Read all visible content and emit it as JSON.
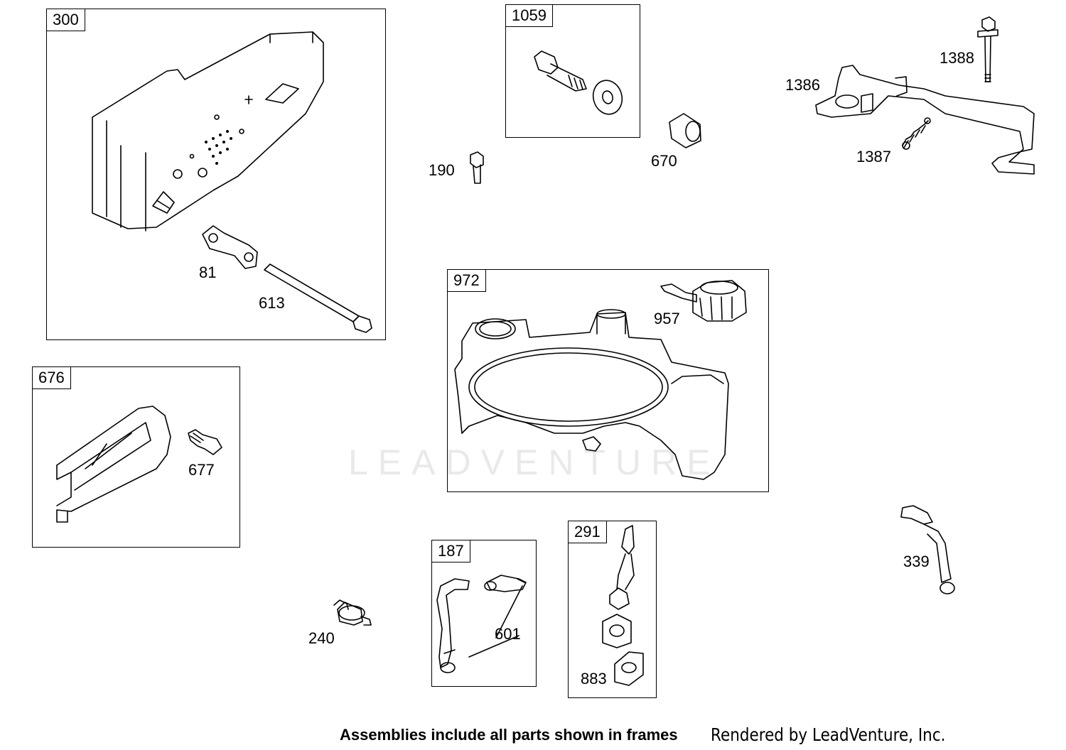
{
  "frames": {
    "f300": "300",
    "f1059": "1059",
    "f972": "972",
    "f676": "676",
    "f187": "187",
    "f291": "291"
  },
  "labels": {
    "p81": "81",
    "p613": "613",
    "p190": "190",
    "p670": "670",
    "p1386": "1386",
    "p1387": "1387",
    "p1388": "1388",
    "p957": "957",
    "p677": "677",
    "p240": "240",
    "p601": "601",
    "p883": "883",
    "p339": "339"
  },
  "footer": {
    "assemblies_note": "Assemblies include all parts shown in frames",
    "rendered_by": "Rendered by LeadVenture, Inc."
  },
  "watermark": "LEADVENTURE"
}
